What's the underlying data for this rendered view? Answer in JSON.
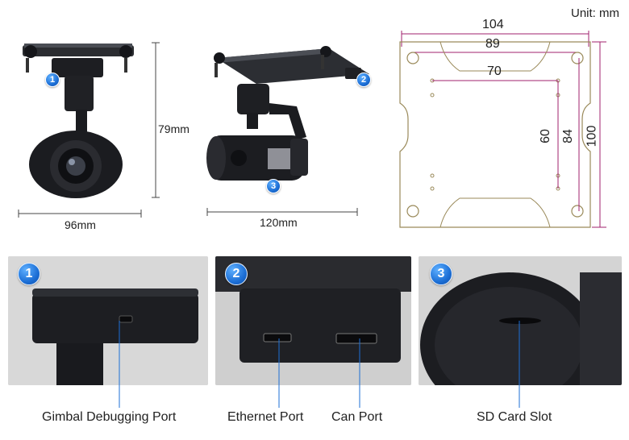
{
  "unit_label": "Unit: mm",
  "front_view": {
    "badge": "1",
    "height_label": "79mm",
    "width_label": "96mm"
  },
  "side_view": {
    "badge_top": "2",
    "badge_bottom": "3",
    "width_label": "120mm"
  },
  "plate_drawing": {
    "dims": {
      "outer_width": "104",
      "inner_width": "89",
      "hole_spacing_width": "70",
      "hole_spacing_height": "60",
      "inner_height": "84",
      "outer_height": "100"
    }
  },
  "detail_panels": [
    {
      "badge": "1",
      "labels": [
        "Gimbal Debugging Port"
      ]
    },
    {
      "badge": "2",
      "labels": [
        "Ethernet Port",
        "Can Port"
      ]
    },
    {
      "badge": "3",
      "labels": [
        "SD Card Slot"
      ]
    }
  ],
  "colors": {
    "badge_blue": "#1c6fd6",
    "dimension_line": "#a0216e",
    "leader_line": "#1c6fd6",
    "plate_outline": "#9a8a5a"
  }
}
